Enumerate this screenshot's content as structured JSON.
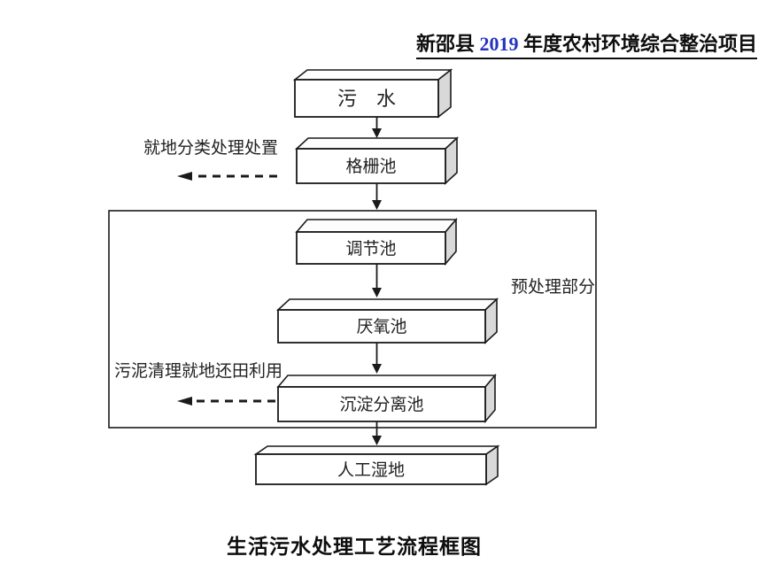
{
  "header": {
    "prefix": "新邵县 ",
    "year": "2019",
    "suffix": " 年度农村环境综合整治项目",
    "year_color": "#2433c0"
  },
  "caption": "生活污水处理工艺流程框图",
  "flowchart": {
    "type": "flow-diagram",
    "direction": "top-down",
    "nodes": [
      {
        "id": "wushui",
        "label": "污　水",
        "shape": "3d-box"
      },
      {
        "id": "geshanchi",
        "label": "格栅池",
        "shape": "3d-box"
      },
      {
        "id": "tiaojiechi",
        "label": "调节池",
        "shape": "3d-box"
      },
      {
        "id": "yanyangchi",
        "label": "厌氧池",
        "shape": "3d-box"
      },
      {
        "id": "chendianfenlichi",
        "label": "沉淀分离池",
        "shape": "3d-box"
      },
      {
        "id": "rengongshidi",
        "label": "人工湿地",
        "shape": "3d-box"
      }
    ],
    "group": {
      "label": "预处理部分",
      "members": [
        "tiaojiechi",
        "yanyangchi",
        "chendianfenlichi"
      ]
    },
    "branch_labels": [
      {
        "id": "onsite-disposal",
        "text": "就地分类处理处置",
        "from": "geshanchi",
        "style": "dashed-arrow-left"
      },
      {
        "id": "sludge-reuse",
        "text": "污泥清理就地还田利用",
        "from": "chendianfenlichi",
        "style": "dashed-arrow-left"
      }
    ],
    "colors": {
      "line": "#1a1a1a",
      "box_front": "#ffffff",
      "box_top": "#fdfdfd",
      "box_side": "#d9d9d9",
      "text": "#222222"
    }
  }
}
